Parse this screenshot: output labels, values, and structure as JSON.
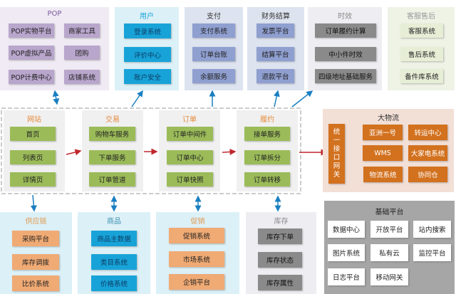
{
  "top": [
    {
      "title": "POP",
      "items": [
        "POP实物平台",
        "商家工具",
        "POP虚拟产品",
        "团购",
        "POP计费中心",
        "店铺系统"
      ]
    },
    {
      "title": "用户",
      "items": [
        "登录系统",
        "评价中心",
        "账户安全"
      ]
    },
    {
      "title": "支付",
      "items": [
        "支付系统",
        "订单台账",
        "余额服务"
      ]
    },
    {
      "title": "财务结算",
      "items": [
        "发票平台",
        "结算平台",
        "退款平台"
      ]
    },
    {
      "title": "时效",
      "items": [
        "订单履约计算",
        "中小件时效",
        "四级地址基础服务"
      ]
    },
    {
      "title": "客服售后",
      "items": [
        "客服系统",
        "售后系统",
        "备件库系统"
      ]
    }
  ],
  "middle": [
    {
      "title": "网站",
      "items": [
        "首页",
        "列表页",
        "详情页"
      ]
    },
    {
      "title": "交易",
      "items": [
        "购物车服务",
        "下单服务",
        "订单管道"
      ]
    },
    {
      "title": "订单",
      "items": [
        "订单中间件",
        "订单中心",
        "订单快照"
      ]
    },
    {
      "title": "履约",
      "items": [
        "接单服务",
        "订单拆分",
        "订单转移"
      ]
    }
  ],
  "logistics": {
    "title": "大物流",
    "gateway": "统一接口网关",
    "items": [
      "亚洲一号",
      "转运中心",
      "WMS",
      "大家电系统",
      "物流系统",
      "协同仓"
    ]
  },
  "bottom": [
    {
      "title": "供应链",
      "items": [
        "采购平台",
        "库存调拨",
        "比价系统"
      ]
    },
    {
      "title": "商品",
      "items": [
        "商品主数据",
        "类目系统",
        "价格系统"
      ]
    },
    {
      "title": "促销",
      "items": [
        "促销系统",
        "市场系统",
        "企销平台"
      ]
    },
    {
      "title": "库存",
      "items": [
        "库存下单",
        "库存状态",
        "库存属性"
      ]
    }
  ],
  "base": {
    "title": "基础平台",
    "items": [
      "数据中心",
      "开放平台",
      "站内搜索",
      "图片系统",
      "私有云",
      "监控平台",
      "日志平台",
      "移动网关"
    ]
  },
  "colors": {
    "arrow_blue": "#1a7fc1",
    "arrow_red": "#c0272d"
  }
}
